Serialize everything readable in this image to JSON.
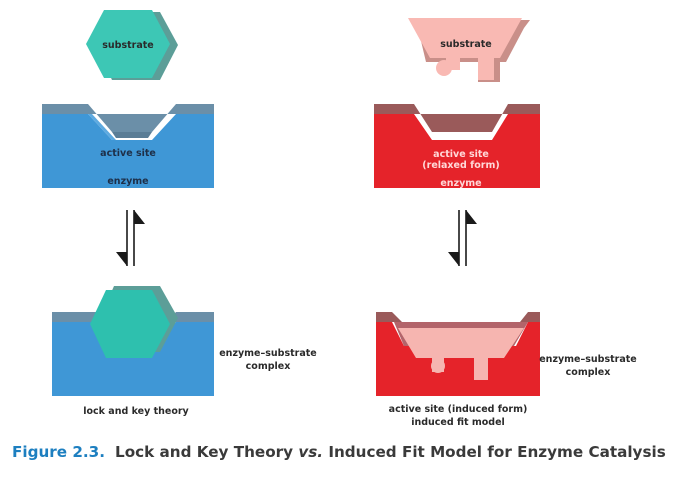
{
  "lock_and_key": {
    "substrate_label": "substrate",
    "active_site_label": "active site",
    "enzyme_label": "enzyme",
    "complex_label_line1": "enzyme–substrate",
    "complex_label_line2": "complex",
    "theory_label": "lock and key theory"
  },
  "induced_fit": {
    "substrate_label": "substrate",
    "active_site_label_line1": "active site",
    "active_site_label_line2": "(relaxed form)",
    "enzyme_label": "enzyme",
    "complex_label_line1": "enzyme–substrate",
    "complex_label_line2": "complex",
    "model_label_line1": "active site (induced form)",
    "model_label_line2": "induced fit model"
  },
  "caption": {
    "figure_number": "Figure 2.3.",
    "text_before": "Lock and Key Theory ",
    "vs": "vs.",
    "text_after": " Induced Fit Model for Enzyme Catalysis"
  },
  "colors": {
    "enzyme_blue": "#3f97d6",
    "substrate_teal": "#2ec0ae",
    "enzyme_red": "#e5232a",
    "substrate_pink": "#f9b9b3",
    "caption_blue": "#1d7fc0"
  }
}
